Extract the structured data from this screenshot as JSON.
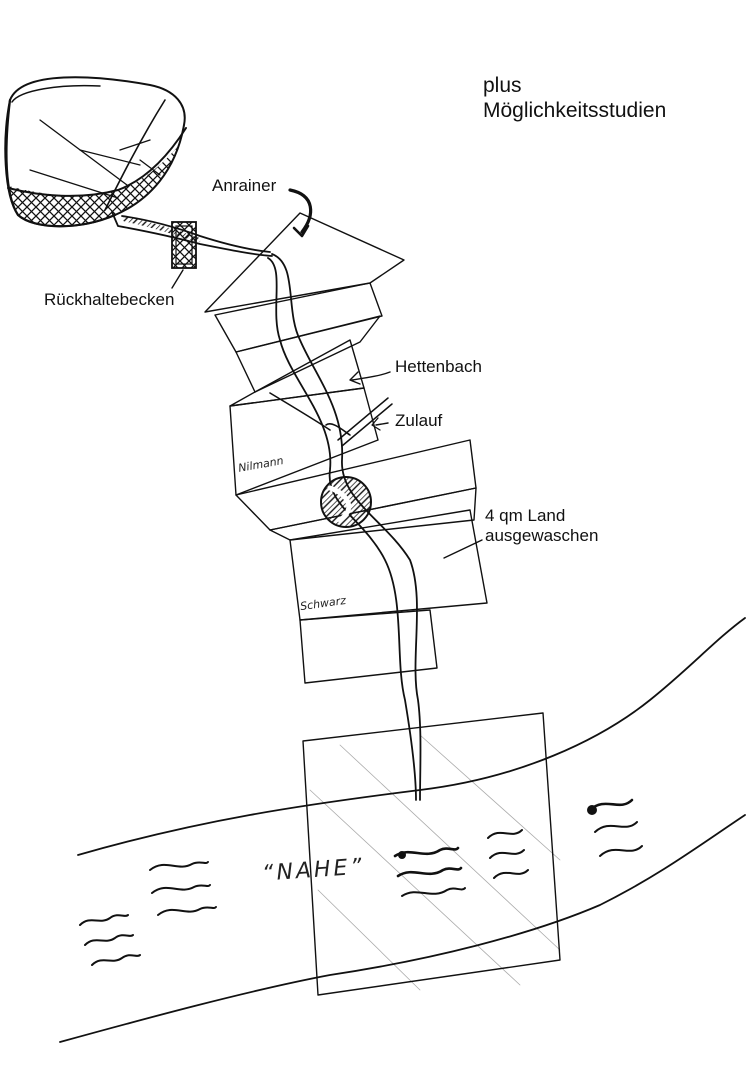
{
  "heading": {
    "line1": "plus",
    "line2": "Möglichkeitsstudien"
  },
  "labels": {
    "anrainer": "Anrainer",
    "rueckhaltebecken": "Rückhaltebecken",
    "hettenbach": "Hettenbach",
    "zulauf": "Zulauf",
    "land_line1": "4 qm Land",
    "land_line2": "ausgewaschen",
    "river": "“NAHE”"
  },
  "handwritten": {
    "parcel_owner_1": "Nilmann",
    "parcel_owner_2": "Schwarz"
  },
  "colors": {
    "ink": "#111111",
    "paper": "#ffffff"
  }
}
